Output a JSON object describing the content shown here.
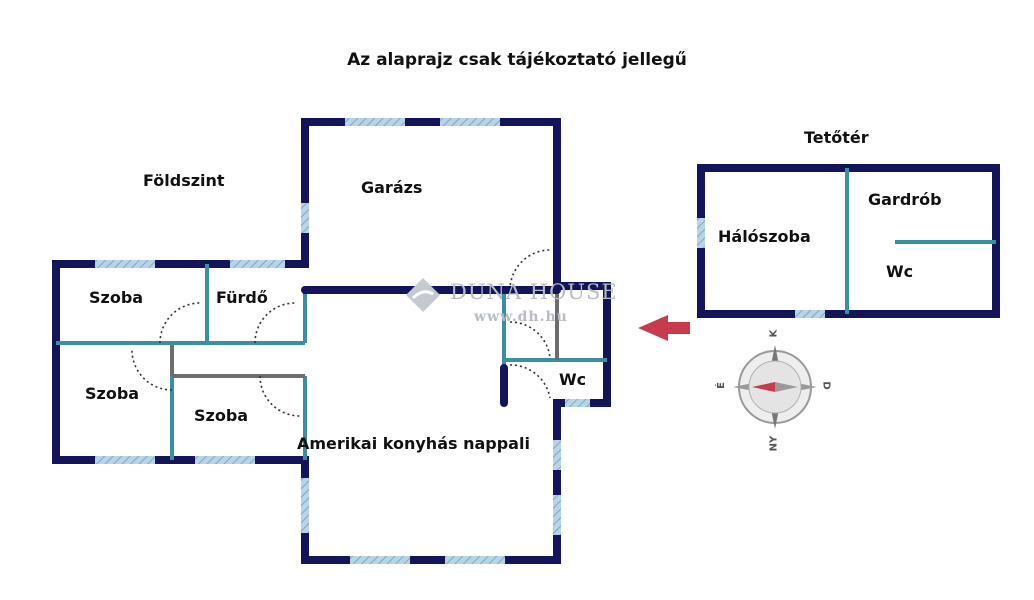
{
  "title": "Az alaprajz csak tájékoztató jellegű",
  "floors": {
    "ground": "Földszint",
    "attic": "Tetőtér"
  },
  "rooms": {
    "garage": "Garázs",
    "room_top_left": "Szoba",
    "bathroom": "Fürdő",
    "room_mid_left": "Szoba",
    "room_center": "Szoba",
    "living": "Amerikai konyhás nappali",
    "wc_ground": "Wc",
    "bedroom": "Hálószoba",
    "wardrobe": "Gardrób",
    "wc_attic": "Wc"
  },
  "watermark": {
    "brand": "DUNA HOUSE",
    "url": "www.dh.hu"
  },
  "compass": {
    "north": "K",
    "east": "D",
    "south": "NY",
    "west": "É"
  },
  "colors": {
    "wall": "#14145a",
    "inner_wall": "#3a8fa0",
    "window": "#9fc3d9",
    "arrow": "#c83a4f",
    "text": "#111111"
  }
}
